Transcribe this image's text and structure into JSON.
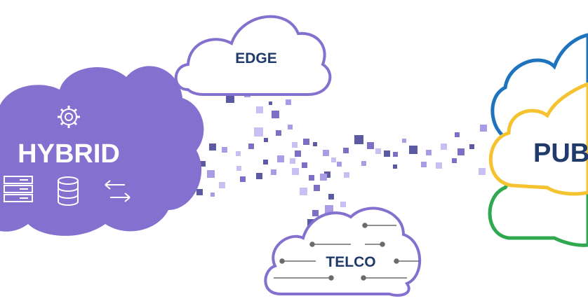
{
  "clouds": {
    "hybrid": {
      "label": "HYBRID",
      "color": "#8470cf"
    },
    "edge": {
      "label": "EDGE",
      "stroke": "#8470cf",
      "text_color": "#1f3a6b"
    },
    "telco": {
      "label": "TELCO",
      "stroke": "#8470cf",
      "text_color": "#1f3a6b"
    },
    "public": {
      "label": "PUB",
      "text_color": "#1f3a6b",
      "ring_colors": [
        "#1e73be",
        "#f5c330",
        "#2fa84f"
      ]
    }
  },
  "icons": [
    "gear-icon",
    "server-rack-icon",
    "database-icon",
    "transfer-arrows-icon"
  ],
  "particle_colors": [
    "#5c5aa3",
    "#a99be6",
    "#c9bff2",
    "#7d6fc4"
  ]
}
